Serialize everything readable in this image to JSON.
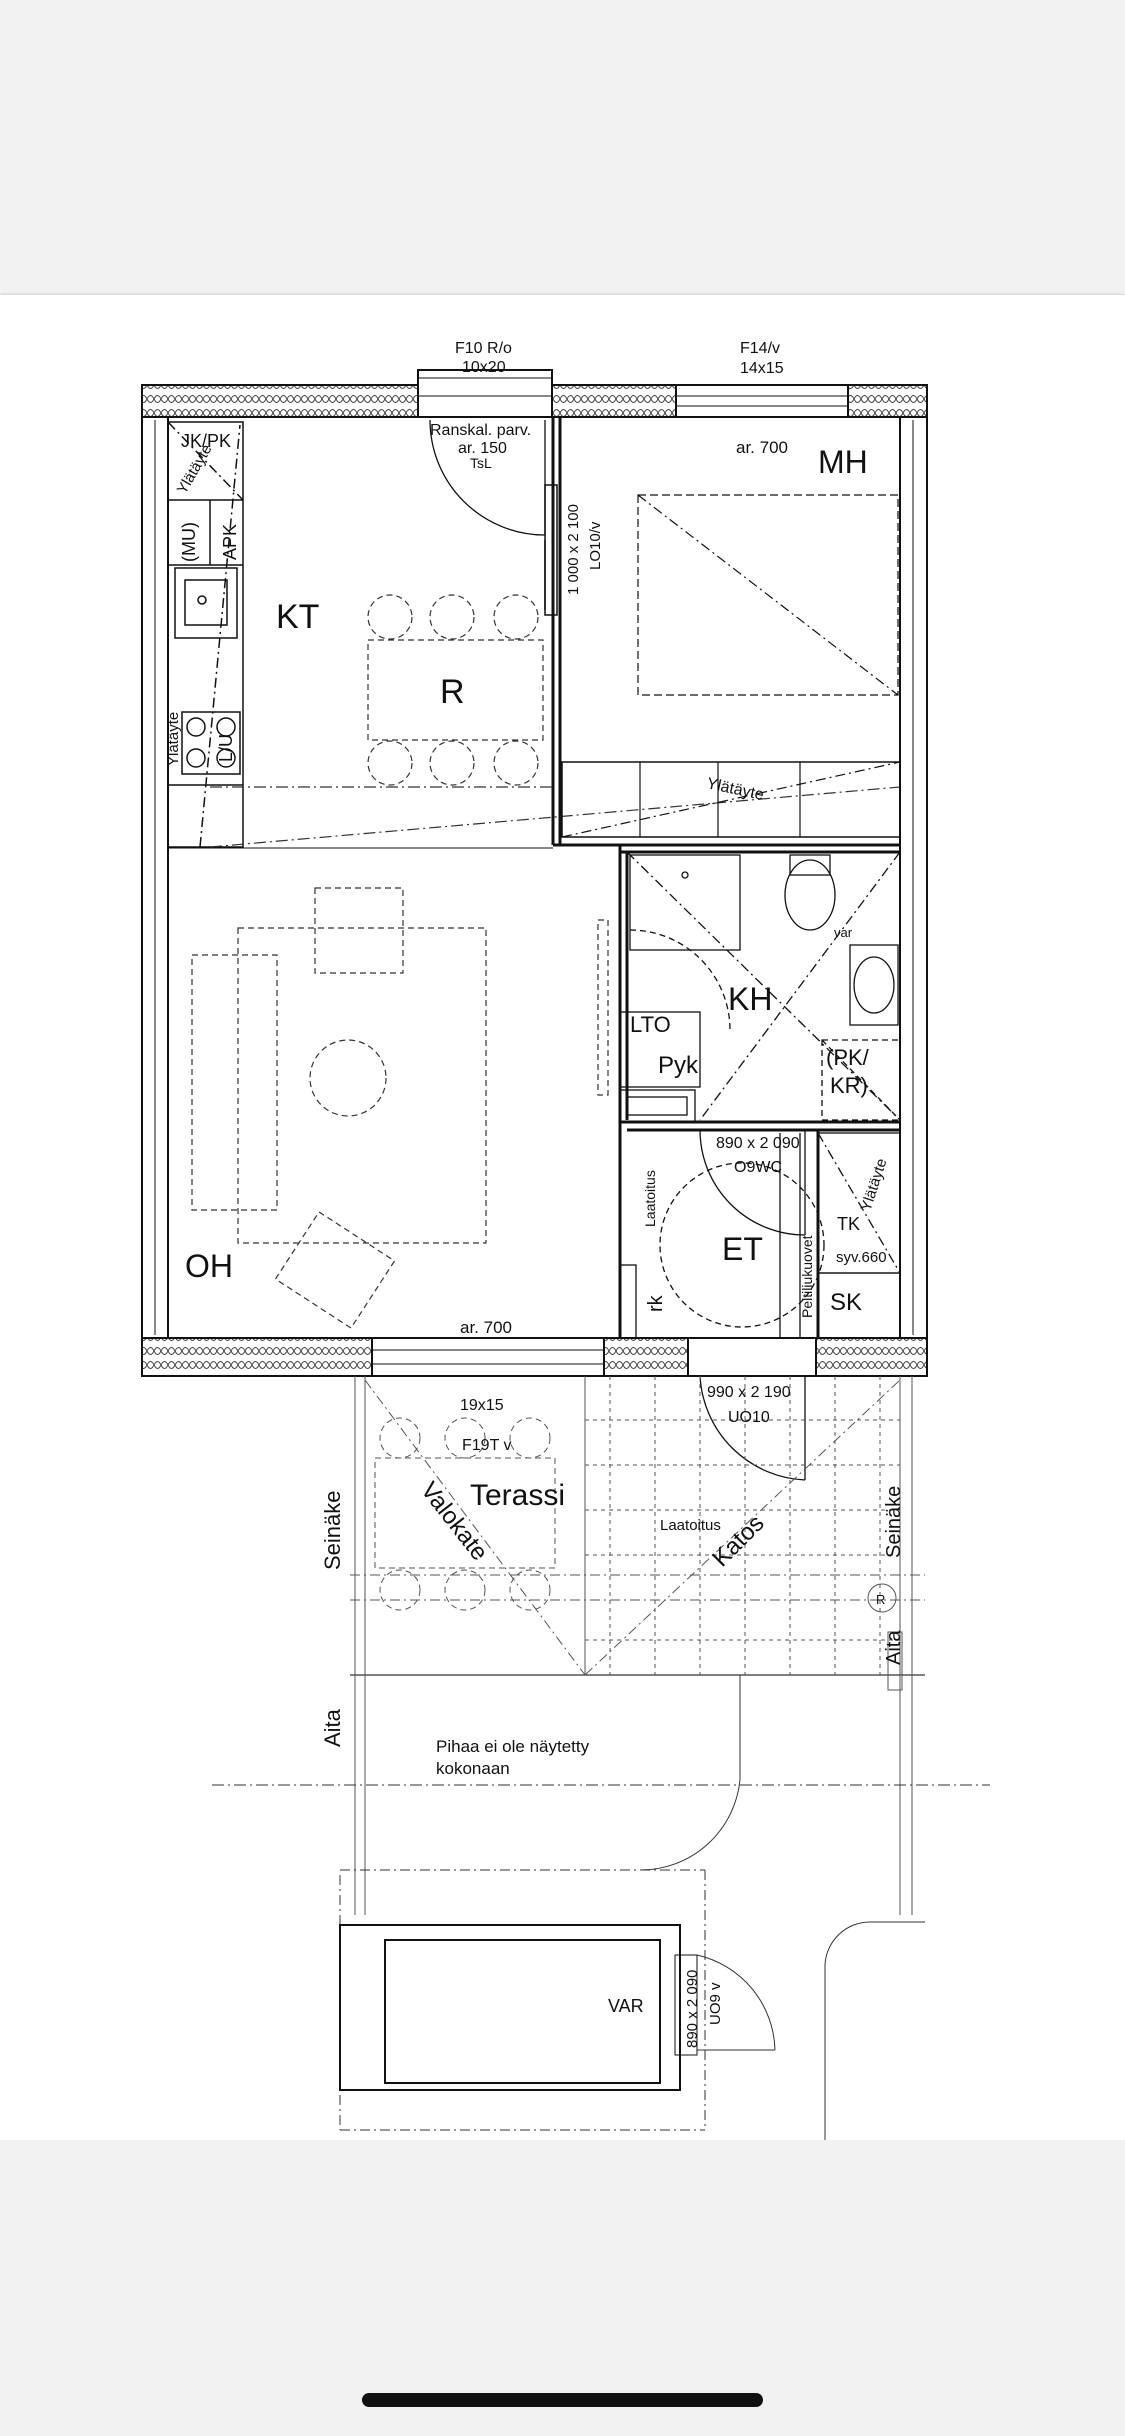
{
  "rooms": {
    "kt": "KT",
    "r": "R",
    "mh": "MH",
    "oh": "OH",
    "kh": "KH",
    "et": "ET",
    "lto": "LTO",
    "pyk": "Pyk",
    "pk_kr_1": "(PK/",
    "pk_kr_2": "KR)",
    "tk": "TK",
    "sk": "SK",
    "rk": "rk",
    "var": "VAR",
    "terassi": "Terassi"
  },
  "fixtures": {
    "jk_pk": "JK/PK",
    "apk": "APK",
    "mu": "(MU)",
    "lu": "L/U",
    "var_small": "var",
    "syv": "syv.660"
  },
  "windows": {
    "f10_1": "F10 R/o",
    "f10_2": "10x20",
    "f14_1": "F14/v",
    "f14_2": "14x15",
    "f19_1": "19x15",
    "f19_2": "F19T v"
  },
  "annotations": {
    "ranskal_1": "Ranskal. parv.",
    "ranskal_2": "ar. 150",
    "ranskal_3": "TsL",
    "ar700_mh": "ar. 700",
    "ar700_oh": "ar. 700",
    "door_lo10_1": "1 000 x 2 100",
    "door_lo10_2": "LO10/v",
    "door_o9wc_1": "890 x 2 090",
    "door_o9wc_2": "O9WC",
    "door_uo10_1": "990 x 2 190",
    "door_uo10_2": "UO10",
    "door_uo9_1": "890 x 2 090",
    "door_uo9_2": "UO9 v",
    "ylataytte_1": "Ylätäyte",
    "ylataytte_2": "Ylätäyte",
    "ylataytte_3": "Ylätäyte",
    "ylataytte_4": "Ylätäyte",
    "laatoitus_1": "Laatoitus",
    "laatoitus_2": "Laatoitus",
    "peltiliukuovet": "Peltiliukuovet",
    "valokate": "Valokate",
    "katos": "Katos",
    "seinake_l": "Seinäke",
    "seinake_r": "Seinäke",
    "aita_l": "Aita",
    "aita_r": "Aita",
    "pihaa_1": "Pihaa ei ole näytetty",
    "pihaa_2": "kokonaan",
    "r_mark": "R"
  }
}
